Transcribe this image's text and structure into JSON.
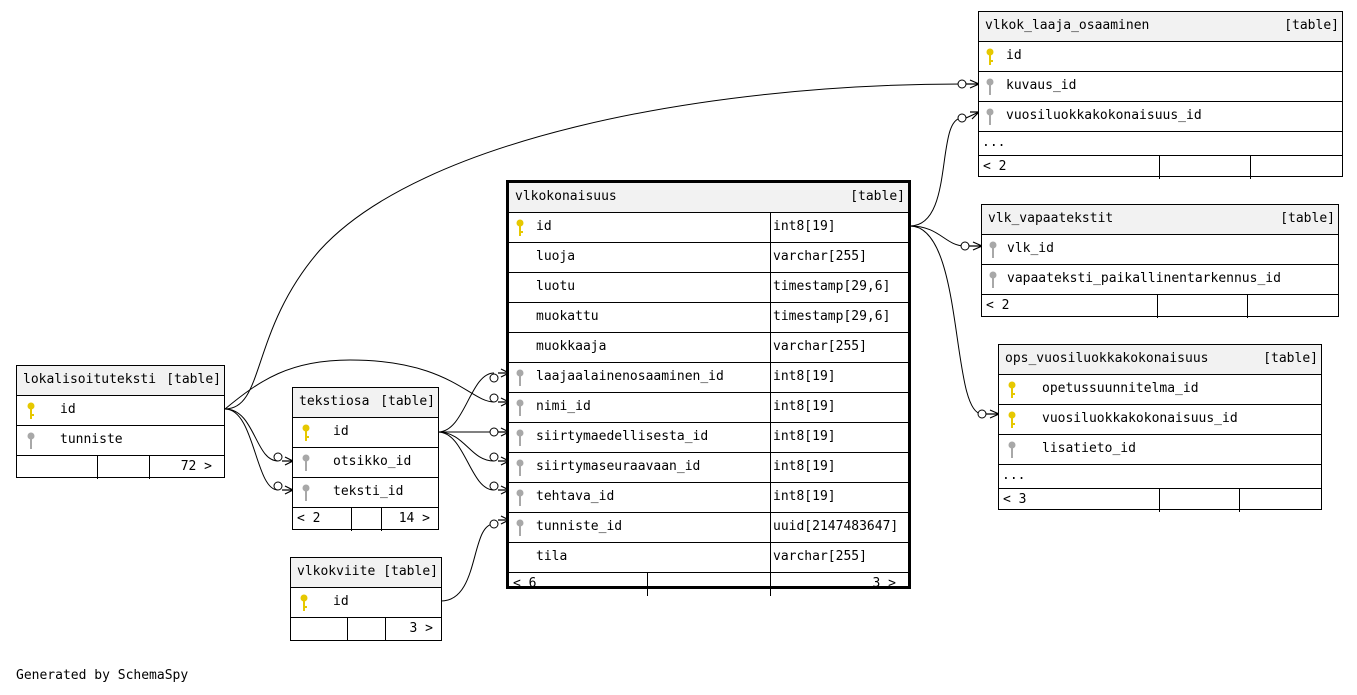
{
  "tables": {
    "vlkok_laaja_osaaminen": {
      "name": "vlkok_laaja_osaaminen",
      "kind": "[table]",
      "columns": [
        {
          "name": "id",
          "key": "pk"
        },
        {
          "name": "kuvaus_id",
          "key": "fk"
        },
        {
          "name": "vuosiluokkakokonaisuus_id",
          "key": "fk"
        }
      ],
      "more": "...",
      "footer": {
        "left": "< 2",
        "right": ""
      }
    },
    "vlk_vapaatekstit": {
      "name": "vlk_vapaatekstit",
      "kind": "[table]",
      "columns": [
        {
          "name": "vlk_id",
          "key": "fk"
        },
        {
          "name": "vapaateksti_paikallinentarkennus_id",
          "key": "fk"
        }
      ],
      "footer": {
        "left": "< 2",
        "right": ""
      }
    },
    "ops_vuosiluokkakokonaisuus": {
      "name": "ops_vuosiluokkakokonaisuus",
      "kind": "[table]",
      "columns": [
        {
          "name": "opetussuunnitelma_id",
          "key": "pk"
        },
        {
          "name": "vuosiluokkakokonaisuus_id",
          "key": "pk"
        },
        {
          "name": "lisatieto_id",
          "key": "fk"
        }
      ],
      "more": "...",
      "footer": {
        "left": "< 3",
        "right": ""
      }
    },
    "vlkokonaisuus": {
      "name": "vlkokonaisuus",
      "kind": "[table]",
      "columns": [
        {
          "name": "id",
          "type": "int8[19]",
          "key": "pk"
        },
        {
          "name": "luoja",
          "type": "varchar[255]",
          "key": ""
        },
        {
          "name": "luotu",
          "type": "timestamp[29,6]",
          "key": ""
        },
        {
          "name": "muokattu",
          "type": "timestamp[29,6]",
          "key": ""
        },
        {
          "name": "muokkaaja",
          "type": "varchar[255]",
          "key": ""
        },
        {
          "name": "laajaalainenosaaminen_id",
          "type": "int8[19]",
          "key": "fk"
        },
        {
          "name": "nimi_id",
          "type": "int8[19]",
          "key": "fk"
        },
        {
          "name": "siirtymaedellisesta_id",
          "type": "int8[19]",
          "key": "fk"
        },
        {
          "name": "siirtymaseuraavaan_id",
          "type": "int8[19]",
          "key": "fk"
        },
        {
          "name": "tehtava_id",
          "type": "int8[19]",
          "key": "fk"
        },
        {
          "name": "tunniste_id",
          "type": "uuid[2147483647]",
          "key": "fk"
        },
        {
          "name": "tila",
          "type": "varchar[255]",
          "key": ""
        }
      ],
      "footer": {
        "left": "< 6",
        "right": "3 >"
      }
    },
    "lokalisoituteksti": {
      "name": "lokalisoituteksti",
      "kind": "[table]",
      "columns": [
        {
          "name": "id",
          "key": "pk"
        },
        {
          "name": "tunniste",
          "key": "fk"
        }
      ],
      "footer": {
        "left": "",
        "right": "72 >"
      }
    },
    "tekstiosa": {
      "name": "tekstiosa",
      "kind": "[table]",
      "columns": [
        {
          "name": "id",
          "key": "pk"
        },
        {
          "name": "otsikko_id",
          "key": "fk"
        },
        {
          "name": "teksti_id",
          "key": "fk"
        }
      ],
      "footer": {
        "left": "< 2",
        "right": "14 >"
      }
    },
    "vlkokviite": {
      "name": "vlkokviite",
      "kind": "[table]",
      "columns": [
        {
          "name": "id",
          "key": "pk"
        }
      ],
      "footer": {
        "left": "",
        "right": "3 >"
      }
    }
  },
  "footer_text": "Generated by SchemaSpy",
  "colors": {
    "primary_key": "#e6c800",
    "foreign_key": "#a8a8a8",
    "header_bg": "#f2f2f2",
    "line": "#000000"
  },
  "icons": {
    "pk": "key-icon",
    "fk": "foreign-key-icon"
  }
}
